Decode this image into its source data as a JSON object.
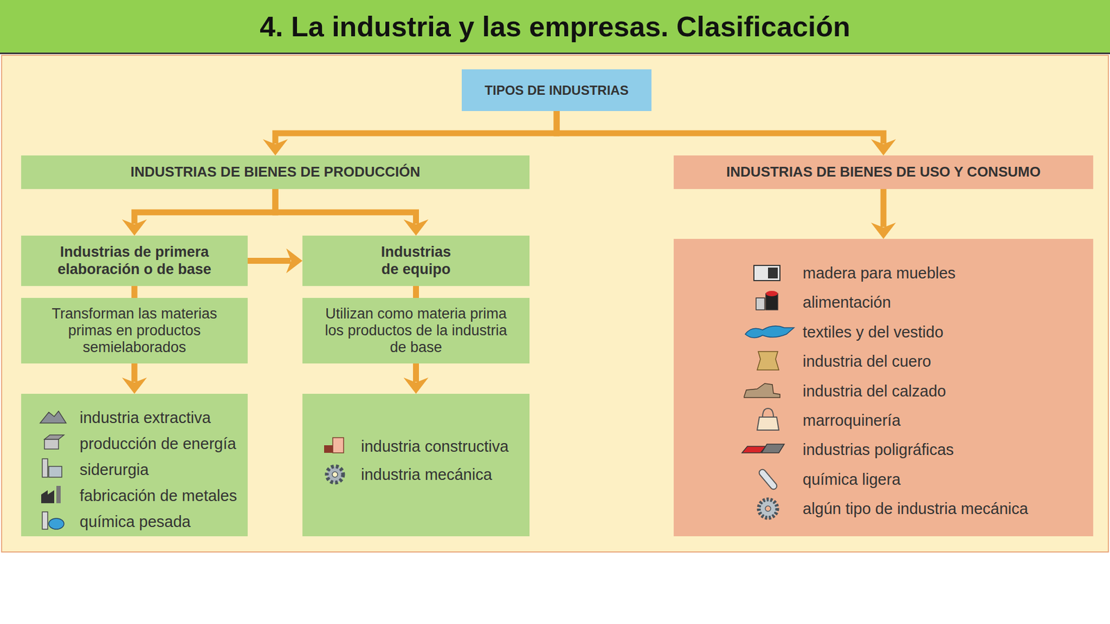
{
  "diagram": {
    "title": "4. La industria y las empresas. Clasificación",
    "nodes": [
      {
        "text": [
          "TIPOS DE INDUSTRIAS"
        ]
      },
      {
        "text": [
          "INDUSTRIAS DE BIENES DE PRODUCCIÓN"
        ]
      },
      {
        "text": [
          "INDUSTRIAS DE BIENES DE USO Y CONSUMO"
        ]
      },
      {
        "text": [
          "Industrias de primera elaboración o de base"
        ]
      },
      {
        "text": [
          "Industrias de equipo"
        ]
      },
      {
        "text": [
          "Transforman las materias primas en productos semielaborados"
        ]
      },
      {
        "text": [
          "Utilizan como materia prima los productos de la industria de base"
        ]
      },
      {
        "text": [
          "industria extractiva",
          "producción de energía",
          "siderurgia",
          "fabricación de metales",
          "química pesada"
        ]
      },
      {
        "text": [
          "industria constructiva",
          "industria mecánica"
        ]
      },
      {
        "text": [
          "madera para muebles",
          "alimentación",
          "textiles y del vestido",
          "industria del cuero",
          "industria del calzado",
          "marroquinería",
          "industrias poligráficas",
          "química ligera",
          "algún tipo de industria mecánica"
        ]
      }
    ],
    "edges": [
      {
        "from": 0,
        "to": 1,
        "arrow": "to"
      },
      {
        "from": 0,
        "to": 2,
        "arrow": "to"
      },
      {
        "from": 1,
        "to": 3,
        "arrow": "to"
      },
      {
        "from": 1,
        "to": 4,
        "arrow": "to"
      },
      {
        "from": 3,
        "to": 4,
        "arrow": "to"
      },
      {
        "from": 3,
        "to": 5,
        "arrow": "none"
      },
      {
        "from": 5,
        "to": 7,
        "arrow": "to"
      },
      {
        "from": 4,
        "to": 6,
        "arrow": "none"
      },
      {
        "from": 6,
        "to": 8,
        "arrow": "to"
      },
      {
        "from": 2,
        "to": 9,
        "arrow": "to"
      }
    ]
  }
}
